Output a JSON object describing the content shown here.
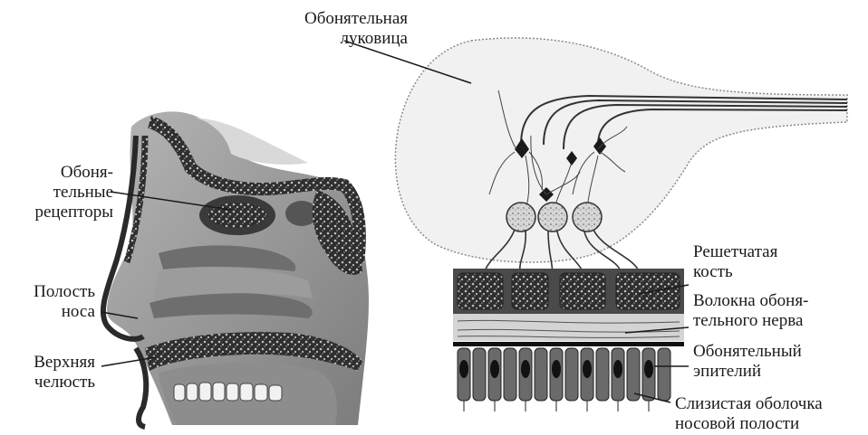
{
  "labels": {
    "bulb": "Обонятельная\nлуковица",
    "receptors": "Обоня-\nтельные\nрецепторы",
    "nasal_cavity": "Полость\nноса",
    "upper_jaw": "Верхняя\nчелюсть",
    "ethmoid": "Решетчатая\nкость",
    "nerve_fibers": "Волокна обоня-\nтельного нерва",
    "epithelium": "Обонятельный\nэпителий",
    "mucosa": "Слизистая оболочка\nносовой полости"
  },
  "colors": {
    "ink": "#1a1a1a",
    "bone": "#3a3a3a",
    "tissue": "#8a8a8a",
    "light_tissue": "#c9c9c9",
    "bulb_fill": "#e6e6e6",
    "cavity": "#a8a8a8"
  }
}
